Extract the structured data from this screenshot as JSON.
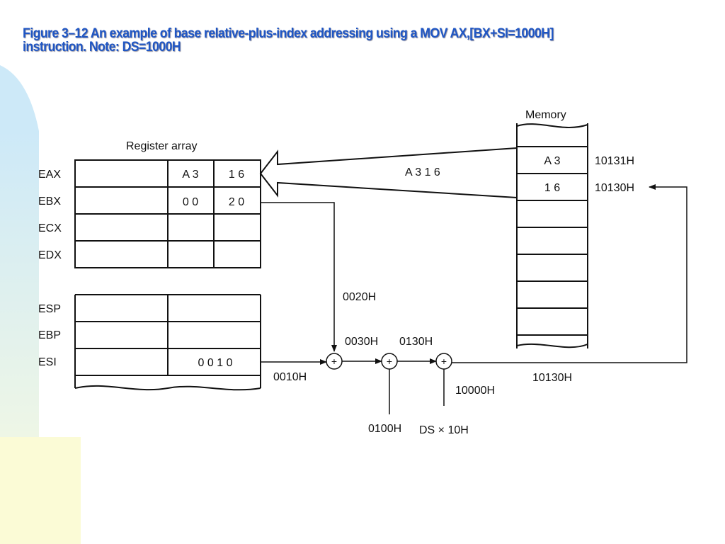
{
  "slide": {
    "title_line1": "Figure 3–12  An example of base relative-plus-index addressing using a MOV AX,[BX+SI=1000H]",
    "title_line2": "instruction. Note: DS=1000H",
    "colors": {
      "title": "#1f56c4",
      "bg_blue": "#cde9f8",
      "bg_yellow": "#fbfbd6"
    }
  },
  "register_array": {
    "label": "Register array",
    "general_rows": [
      {
        "name": "EAX",
        "high": "A 3",
        "low": "1 6"
      },
      {
        "name": "EBX",
        "high": "0 0",
        "low": "2 0"
      },
      {
        "name": "ECX",
        "high": "",
        "low": ""
      },
      {
        "name": "EDX",
        "high": "",
        "low": ""
      }
    ],
    "pointer_rows": [
      {
        "name": "ESP",
        "value": ""
      },
      {
        "name": "EBP",
        "value": ""
      },
      {
        "name": "ESI",
        "value": "0 0 1 0"
      }
    ]
  },
  "memory": {
    "label": "Memory",
    "cells": [
      {
        "value": "A 3",
        "address": "10131H"
      },
      {
        "value": "1 6",
        "address": "10130H"
      }
    ]
  },
  "signals": {
    "data_word": "A 3 1 6",
    "bx_value": "0020H",
    "si_value": "0010H",
    "sum1": "0030H",
    "sum2": "0130H",
    "displacement": "0100H",
    "segment_base": "10000H",
    "segment_label": "DS × 10H",
    "effective_address": "10130H"
  }
}
